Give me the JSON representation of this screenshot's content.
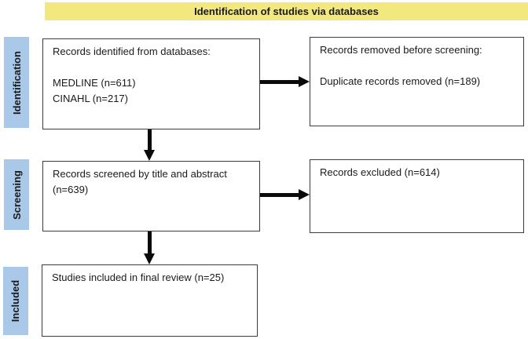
{
  "banner": {
    "title": "Identification of studies via databases"
  },
  "sidebar": {
    "items": [
      {
        "label": "Identification"
      },
      {
        "label": "Screening"
      },
      {
        "label": "Included"
      }
    ]
  },
  "boxes": {
    "identified": {
      "heading": "Records identified from databases:",
      "lines": [
        "MEDLINE (n=611)",
        "CINAHL (n=217)"
      ]
    },
    "removed": {
      "heading": "Records removed before screening:",
      "lines": [
        "Duplicate records removed (n=189)"
      ]
    },
    "screened": {
      "text": "Records screened by title and abstract (n=639)"
    },
    "excluded": {
      "text": "Records excluded (n=614)"
    },
    "included": {
      "text": "Studies included in final review (n=25)"
    }
  },
  "colors": {
    "banner_bg": "#f2e87d",
    "stage_bg": "#aac8e8",
    "box_border": "#3c3c3c",
    "arrow": "#0a0a0a",
    "text": "#1a1a1a"
  }
}
